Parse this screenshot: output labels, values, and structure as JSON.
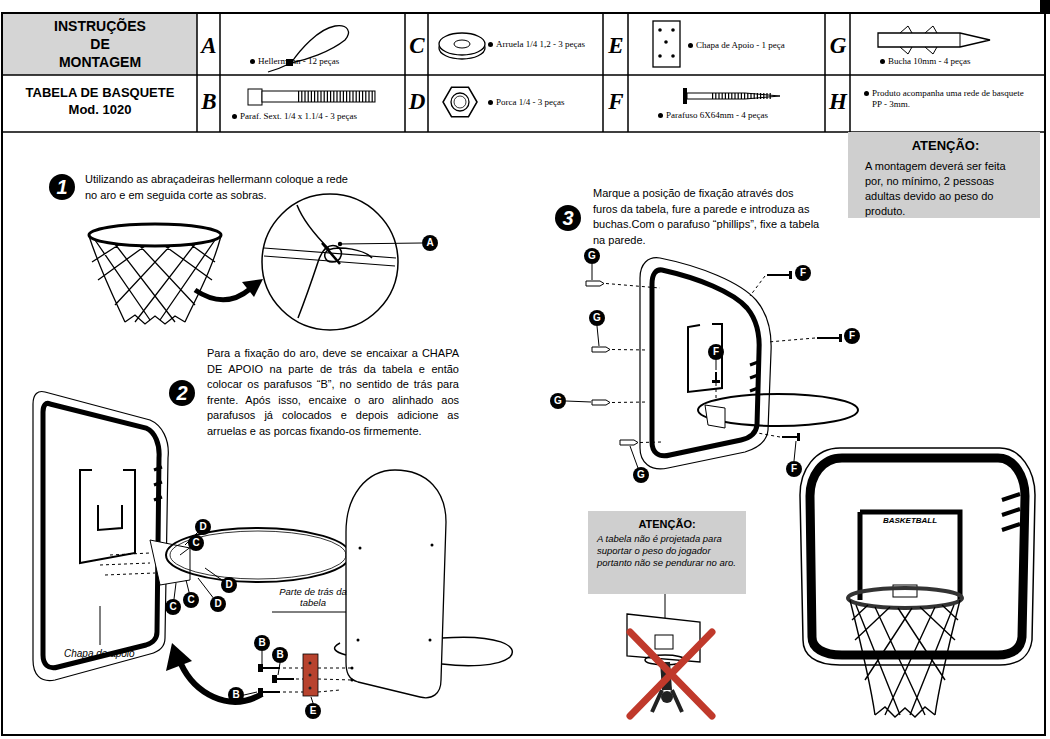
{
  "diagram": {
    "title": "INSTRUÇÕES DE MONTAGEM",
    "nodes": [
      {
        "text": [
          "ATENÇÃO:",
          "A montagem deverá ser feita por, no mínimo, 2 pessoas adultas devido ao peso do produto."
        ]
      },
      {
        "text": [
          "1"
        ]
      },
      {
        "text": [
          "A"
        ]
      },
      {
        "text": [
          "2"
        ]
      },
      {
        "text": [
          "D"
        ]
      },
      {
        "text": [
          "C"
        ]
      },
      {
        "text": [
          "D"
        ]
      },
      {
        "text": [
          "C"
        ]
      },
      {
        "text": [
          "D"
        ]
      },
      {
        "text": [
          "C"
        ]
      },
      {
        "text": [
          "B"
        ]
      },
      {
        "text": [
          "B"
        ]
      },
      {
        "text": [
          "B"
        ]
      },
      {
        "text": [
          "E"
        ]
      },
      {
        "text": [
          "3"
        ]
      },
      {
        "text": [
          "G"
        ]
      },
      {
        "text": [
          "F"
        ]
      },
      {
        "text": [
          "G"
        ]
      },
      {
        "text": [
          "F"
        ]
      },
      {
        "text": [
          "F"
        ]
      },
      {
        "text": [
          "G"
        ]
      },
      {
        "text": [
          "F"
        ]
      },
      {
        "text": [
          "G"
        ]
      },
      {
        "text": [
          "ATENÇÃO:",
          "A tabela não é projetada para suportar o peso do jogador portanto não se pendurar no aro."
        ]
      }
    ],
    "labels": [
      "TABELA DE BASQUETE Mod. 1020",
      "A",
      "Hellermann - 12 peças",
      "B",
      "Paraf. Sext. 1/4 x 1.1/4 - 3 peças",
      "C",
      "Arruela 1/4 1,2 - 3 peças",
      "D",
      "Porca 1/4 - 3 peças",
      "E",
      "Chapa de Apoio - 1 peça",
      "F",
      "Parafuso 6X64mm - 4 peças",
      "G",
      "Bucha 10mm - 4 peças",
      "H",
      "Produto acompanha uma rede de basquete PP - 3mm.",
      "Utilizando as abraçadeiras hellermann coloque a rede no aro e em seguida corte as sobras.",
      "Marque a posição de fixação através dos furos da tabela, fure a parede e introduza as buchas.Com o parafuso “phillips”, fixe a tabela na parede.",
      "Para a fixação do aro, deve se encaixar a CHAPA DE APOIO na parte de trás da tabela e então colocar os parafusos “B”, no sentido de trás para frente. Após isso, encaixe o aro alinhado aos parafusos já colocados e depois adicione as arruelas e as porcas fixando-os firmemente.",
      "Parte de trás da tabela",
      "Chapa de apoio",
      "BASKETBALL"
    ]
  }
}
